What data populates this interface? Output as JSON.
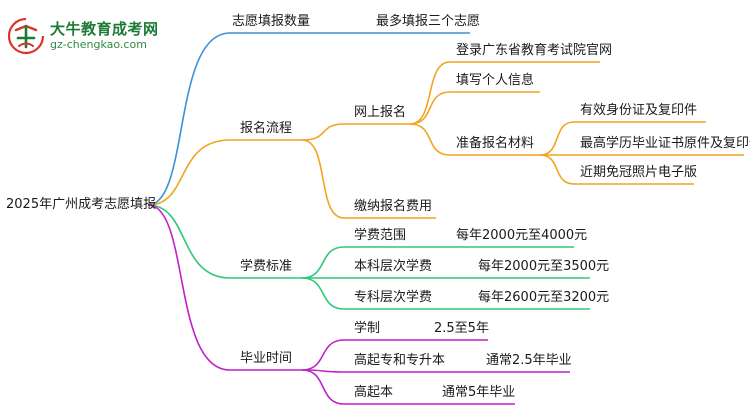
{
  "brand": {
    "name": "大牛教育成考网",
    "url": "gz-chengkao.com",
    "colors": {
      "green": "#1c7a35",
      "red": "#d9352b"
    }
  },
  "mindmap": {
    "root": "2025年广州成考志愿填报",
    "branch_colors": {
      "blue": "#3d8fd6",
      "orange": "#f2a41d",
      "green": "#2ec77a",
      "purple": "#c021c9"
    },
    "branches": [
      {
        "label": "志愿填报数量",
        "children": [
          {
            "label": "最多填报三个志愿"
          }
        ]
      },
      {
        "label": "报名流程",
        "children": [
          {
            "label": "网上报名",
            "children": [
              {
                "label": "登录广东省教育考试院官网"
              },
              {
                "label": "填写个人信息"
              },
              {
                "label": "准备报名材料",
                "children": [
                  {
                    "label": "有效身份证及复印件"
                  },
                  {
                    "label": "最高学历毕业证书原件及复印件"
                  },
                  {
                    "label": "近期免冠照片电子版"
                  }
                ]
              }
            ]
          },
          {
            "label": "缴纳报名费用"
          }
        ]
      },
      {
        "label": "学费标准",
        "children": [
          {
            "label": "学费范围",
            "value": "每年2000元至4000元"
          },
          {
            "label": "本科层次学费",
            "value": "每年2000元至3500元"
          },
          {
            "label": "专科层次学费",
            "value": "每年2600元至3200元"
          }
        ]
      },
      {
        "label": "毕业时间",
        "children": [
          {
            "label": "学制",
            "value": "2.5至5年"
          },
          {
            "label": "高起专和专升本",
            "value": "通常2.5年毕业"
          },
          {
            "label": "高起本",
            "value": "通常5年毕业"
          }
        ]
      }
    ]
  }
}
